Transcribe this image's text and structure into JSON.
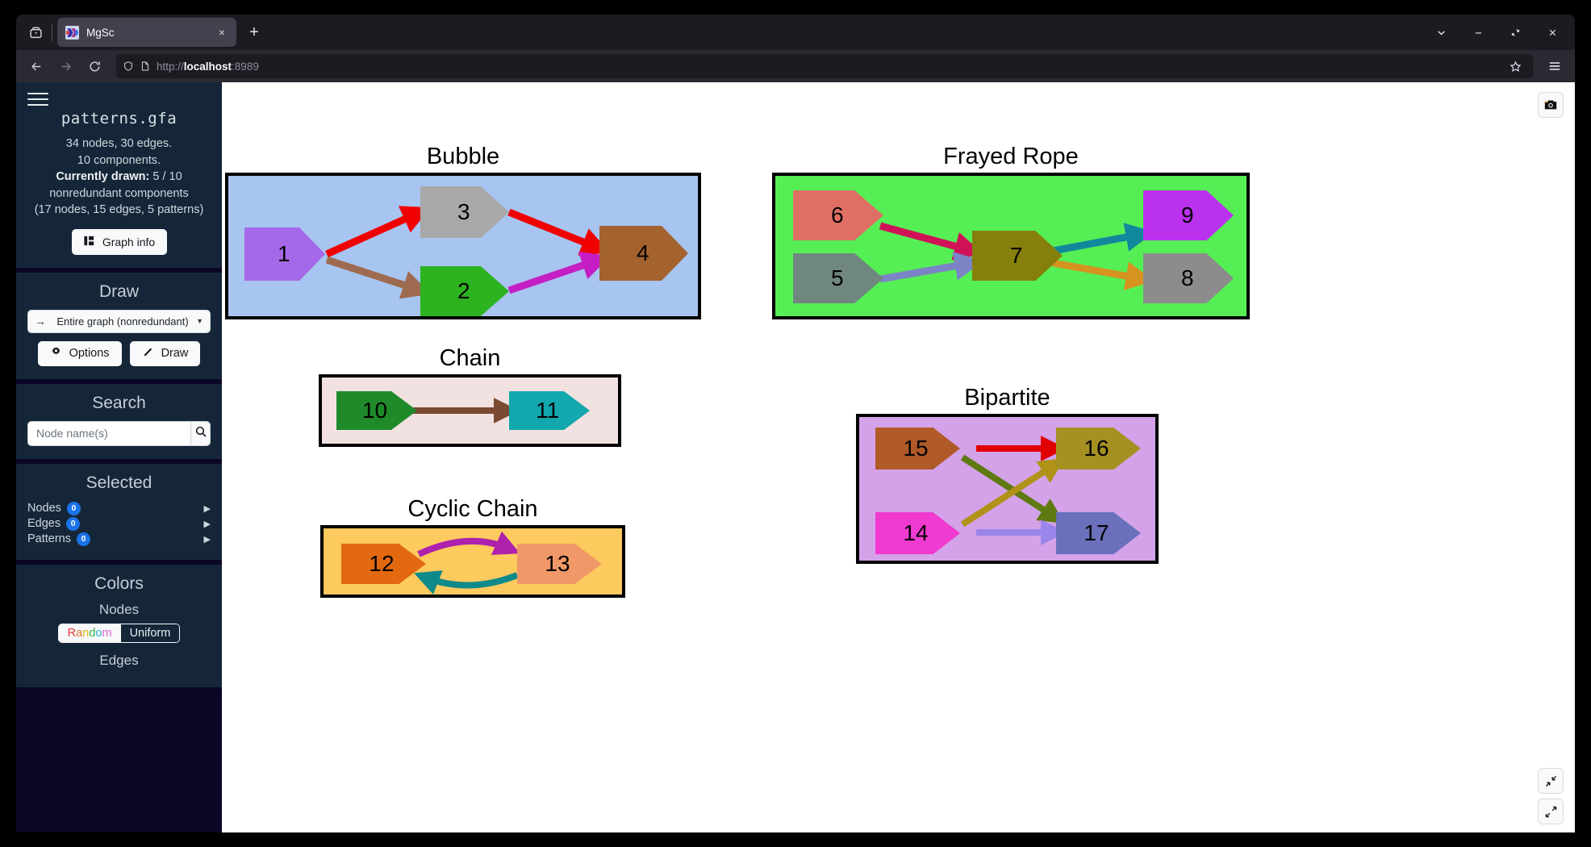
{
  "browser": {
    "tab": {
      "title": "MgSc",
      "favicon": "mgsc-favicon",
      "close_label": "×"
    },
    "newtab_label": "+",
    "firefox_view_icon": "firefox-view-icon",
    "list_all_tabs_icon": "chevron-down-icon",
    "window_controls": {
      "minimize": "−",
      "restore": "restore-icon",
      "close": "×"
    },
    "nav": {
      "back": "back-arrow-icon",
      "forward": "forward-arrow-icon",
      "reload": "reload-icon"
    },
    "url": {
      "scheme": "http://",
      "host": "localhost",
      "port": ":8989",
      "full": "http://localhost:8989"
    },
    "bookmark_icon": "star-icon",
    "menu_icon": "hamburger-menu-icon",
    "shield_icon": "shield-icon",
    "page_icon": "page-icon"
  },
  "sidebar": {
    "menu_toggle": "hamburger-icon",
    "filename": "patterns.gfa",
    "stats": {
      "line1": "34 nodes, 30 edges.",
      "line2": "10 components.",
      "drawn_label": "Currently drawn:",
      "drawn_value": " 5 / 10",
      "line3": "nonredundant components",
      "line4": "(17 nodes, 15 edges, 5 patterns)"
    },
    "graph_info_button": "Graph info",
    "draw": {
      "title": "Draw",
      "selected_option": "Entire graph (nonredundant)",
      "options_button": "Options",
      "draw_button": "Draw"
    },
    "search": {
      "title": "Search",
      "placeholder": "Node name(s)",
      "value": "",
      "search_icon": "magnifier-icon"
    },
    "selected": {
      "title": "Selected",
      "rows": [
        {
          "label": "Nodes",
          "count": "0"
        },
        {
          "label": "Edges",
          "count": "0"
        },
        {
          "label": "Patterns",
          "count": "0"
        }
      ]
    },
    "colors": {
      "title": "Colors",
      "nodes_label": "Nodes",
      "nodes_options": [
        "Random",
        "Uniform"
      ],
      "nodes_active": "Uniform",
      "edges_label": "Edges"
    }
  },
  "canvas": {
    "screenshot_button": "camera-icon",
    "fit_button": "fit-to-screen-icon",
    "expand_button": "expand-icon"
  },
  "graph_data": {
    "type": "diagram",
    "patterns": [
      {
        "name": "Bubble",
        "fill": "#a8c4f0",
        "nodes": [
          {
            "id": "1",
            "color": "#a568e8"
          },
          {
            "id": "2",
            "color": "#2cb31f"
          },
          {
            "id": "3",
            "color": "#a8a8a8"
          },
          {
            "id": "4",
            "color": "#a3622e"
          }
        ],
        "edges": [
          {
            "from": "1",
            "to": "3",
            "color": "#f00000"
          },
          {
            "from": "3",
            "to": "4",
            "color": "#f00000"
          },
          {
            "from": "1",
            "to": "2",
            "color": "#9e6b50"
          },
          {
            "from": "2",
            "to": "4",
            "color": "#c41ec4"
          }
        ]
      },
      {
        "name": "Frayed Rope",
        "fill": "#55ef55",
        "nodes": [
          {
            "id": "5",
            "color": "#70877f"
          },
          {
            "id": "6",
            "color": "#df6f64"
          },
          {
            "id": "7",
            "color": "#85800b"
          },
          {
            "id": "8",
            "color": "#8c8c8c"
          },
          {
            "id": "9",
            "color": "#bb32ef"
          }
        ],
        "edges": [
          {
            "from": "6",
            "to": "7",
            "color": "#cf1257"
          },
          {
            "from": "5",
            "to": "7",
            "color": "#7b84c4"
          },
          {
            "from": "7",
            "to": "9",
            "color": "#12889c"
          },
          {
            "from": "7",
            "to": "8",
            "color": "#d59320"
          }
        ]
      },
      {
        "name": "Chain",
        "fill": "#f2e1e1",
        "nodes": [
          {
            "id": "10",
            "color": "#1f8a2a"
          },
          {
            "id": "11",
            "color": "#12a8ad"
          }
        ],
        "edges": [
          {
            "from": "10",
            "to": "11",
            "color": "#7a4a32"
          }
        ]
      },
      {
        "name": "Cyclic Chain",
        "fill": "#fdca5e",
        "nodes": [
          {
            "id": "12",
            "color": "#e2690f"
          },
          {
            "id": "13",
            "color": "#f09868"
          }
        ],
        "edges": [
          {
            "from": "12",
            "to": "13",
            "color": "#ad21ad"
          },
          {
            "from": "13",
            "to": "12",
            "color": "#0f8a8a"
          }
        ]
      },
      {
        "name": "Bipartite",
        "fill": "#d3a2e8",
        "nodes": [
          {
            "id": "14",
            "color": "#f03ad0"
          },
          {
            "id": "15",
            "color": "#b05a28"
          },
          {
            "id": "16",
            "color": "#a59022"
          },
          {
            "id": "17",
            "color": "#6a70bb"
          }
        ],
        "edges": [
          {
            "from": "15",
            "to": "16",
            "color": "#e00000"
          },
          {
            "from": "15",
            "to": "17",
            "color": "#5f7a12"
          },
          {
            "from": "14",
            "to": "16",
            "color": "#b09218"
          },
          {
            "from": "14",
            "to": "17",
            "color": "#9b85ea"
          }
        ]
      }
    ]
  }
}
